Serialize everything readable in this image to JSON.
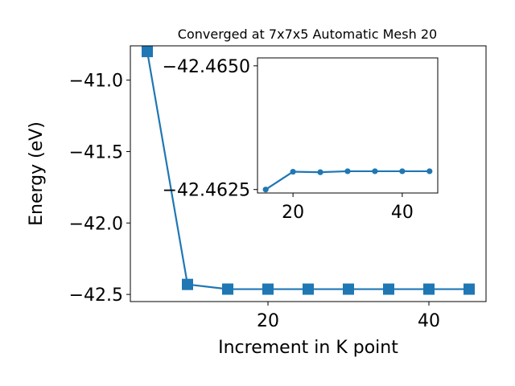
{
  "chart_data": [
    {
      "type": "line",
      "title": "Converged at 7x7x5 Automatic Mesh 20",
      "xlabel": "Increment in K point",
      "ylabel": "Energy (eV)",
      "xlim": [
        2.9,
        47.1
      ],
      "ylim": [
        -42.55,
        -40.76
      ],
      "xticks": [
        20,
        40
      ],
      "xtick_labels": [
        "20",
        "40"
      ],
      "yticks": [
        -41.0,
        -41.5,
        -42.0,
        -42.5
      ],
      "ytick_labels": [
        "−41.0",
        "−41.5",
        "−42.0",
        "−42.5"
      ],
      "grid": false,
      "marker": "square",
      "color": "#1f77b4",
      "series": [
        {
          "x": [
            5,
            10,
            15,
            20,
            25,
            30,
            35,
            40,
            45
          ],
          "y": [
            -40.8,
            -42.43,
            -42.4628,
            -42.463,
            -42.463,
            -42.463,
            -42.463,
            -42.463,
            -42.463
          ]
        }
      ]
    },
    {
      "type": "line",
      "title": "",
      "xlabel": "",
      "ylabel": "",
      "xlim": [
        13.5,
        46.5
      ],
      "ylim": [
        -42.46243,
        -42.46516
      ],
      "xticks": [
        20,
        40
      ],
      "xtick_labels": [
        "20",
        "40"
      ],
      "yticks": [
        -42.465,
        -42.4625
      ],
      "ytick_labels": [
        "−42.4650",
        "−42.4625"
      ],
      "grid": false,
      "marker": "circle",
      "color": "#1f77b4",
      "series": [
        {
          "x": [
            15,
            20,
            25,
            30,
            35,
            40,
            45
          ],
          "y": [
            -42.4625,
            -42.46286,
            -42.46285,
            -42.46287,
            -42.46287,
            -42.46287,
            -42.46287
          ]
        }
      ]
    }
  ]
}
